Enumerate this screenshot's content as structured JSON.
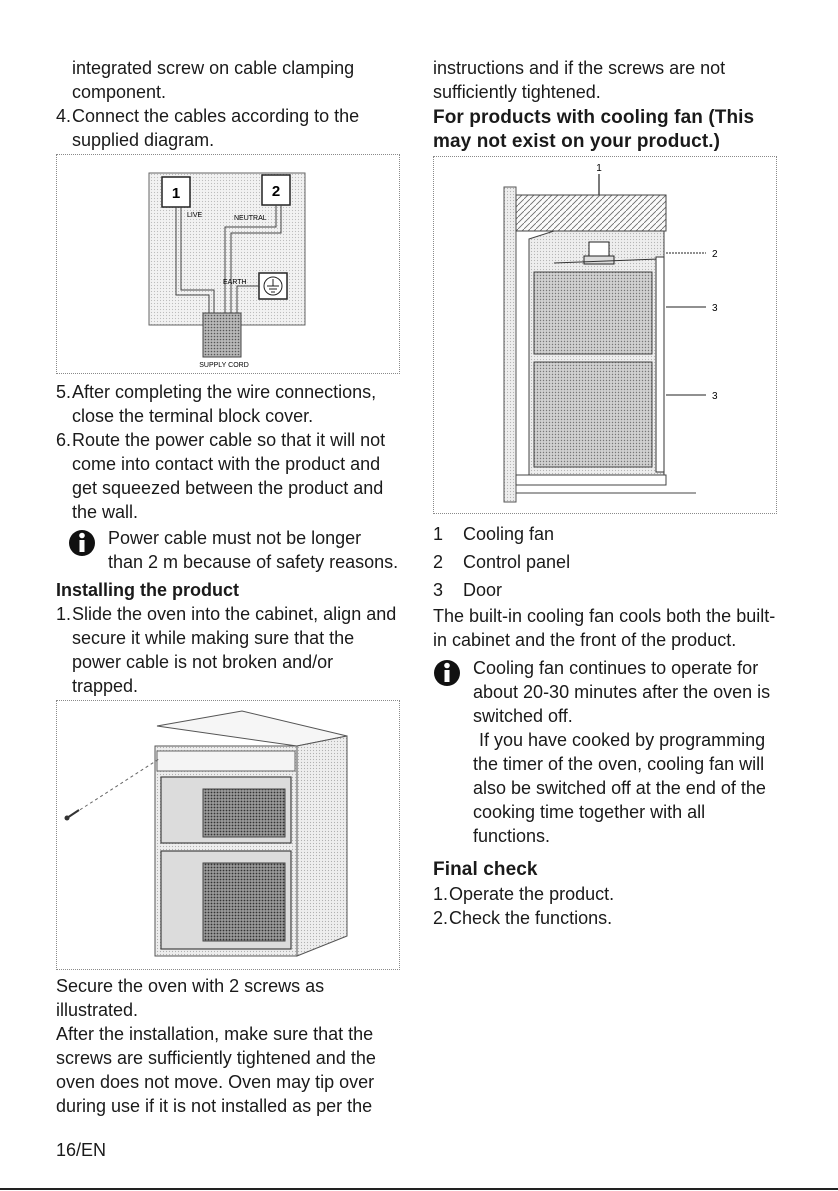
{
  "left": {
    "intro_line1": "integrated screw on cable clamping",
    "intro_line2": "component.",
    "step4_num": "4.",
    "step4_text": "Connect the cables according to the supplied diagram.",
    "diagram1": {
      "terminal1": "1",
      "terminal2": "2",
      "live": "LIVE",
      "neutral": "NEUTRAL",
      "earth": "EARTH",
      "supply_cord": "SUPPLY CORD"
    },
    "step5_num": "5.",
    "step5_text": "After completing the wire connections, close the terminal block cover.",
    "step6_num": "6.",
    "step6_text": "Route the power cable so that it will not come into contact with the product and get squeezed between the product and the wall.",
    "note1": "Power cable must not be longer than 2 m because of safety reasons.",
    "installing_heading": "Installing the product",
    "install_step1_num": "1.",
    "install_step1_text": "Slide the oven into the cabinet, align and secure it while making sure that the power cable is not broken and/or trapped.",
    "secure_text": "Secure the oven with 2 screws as illustrated.",
    "after_text": "After the installation, make sure that the screws are sufficiently tightened and the oven does not move. Oven may tip over during use if it is not installed as per the"
  },
  "right": {
    "continued_text": "instructions and if the screws are not sufficiently tightened.",
    "cooling_heading": "For products with cooling fan (This may not exist on your product.)",
    "diagram2": {
      "label1": "1",
      "label2": "2",
      "label3a": "3",
      "label3b": "3"
    },
    "legend": [
      {
        "num": "1",
        "text": "Cooling fan"
      },
      {
        "num": "2",
        "text": "Control panel"
      },
      {
        "num": "3",
        "text": "Door"
      }
    ],
    "cooling_desc": "The built-in cooling fan cools both the built-in cabinet and the front of the product.",
    "note2_line1": "Cooling fan continues to operate for about 20-30 minutes after the oven is switched off.",
    "note2_line2": "If you have cooked by programming the timer of the oven, cooling fan will also be switched off at the end of the cooking time together with all functions.",
    "final_heading": "Final check",
    "final_steps": [
      {
        "num": "1.",
        "text": "Operate the product."
      },
      {
        "num": "2.",
        "text": "Check the functions."
      }
    ]
  },
  "footer": {
    "page": "16/EN"
  },
  "icons": {
    "info": "info-icon"
  }
}
